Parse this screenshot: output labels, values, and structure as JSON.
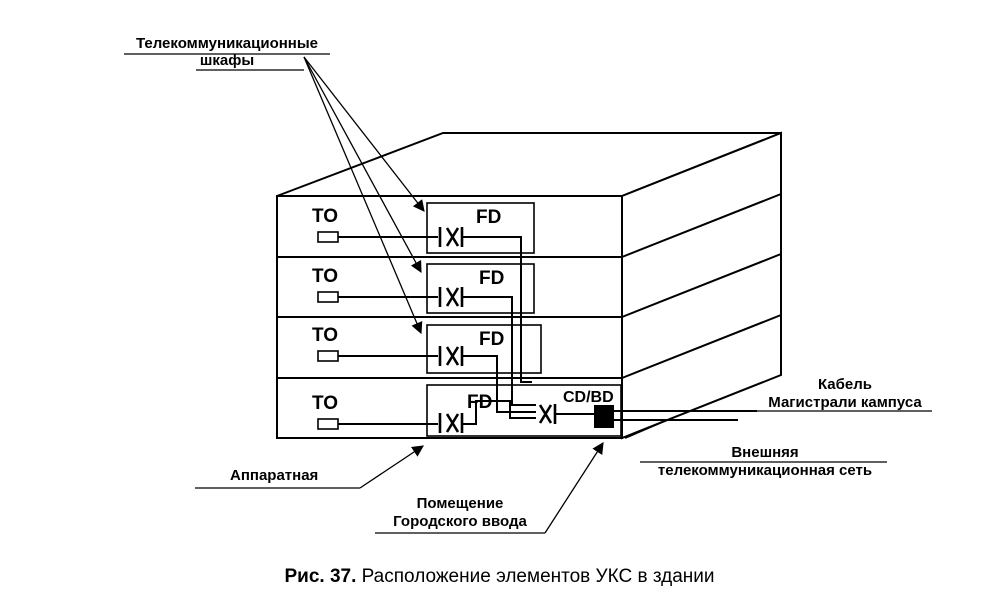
{
  "labels": {
    "cabinets_line1": "Телекоммуникационные",
    "cabinets_line2": "шкафы",
    "cable_line1": "Кабель",
    "cable_line2": "Магистрали кампуса",
    "external_line1": "Внешняя",
    "external_line2": "телекоммуникационная сеть",
    "equipment_room": "Аппаратная",
    "entrance_line1": "Помещение",
    "entrance_line2": "Городского ввода"
  },
  "floors": [
    {
      "outlet": "TO",
      "distributor": "FD"
    },
    {
      "outlet": "TO",
      "distributor": "FD"
    },
    {
      "outlet": "TO",
      "distributor": "FD"
    },
    {
      "outlet": "TO",
      "distributor": "FD",
      "building_distributor": "CD/BD"
    }
  ],
  "caption": {
    "number": "Рис. 37.",
    "text": "Расположение элементов УКС в здании"
  }
}
